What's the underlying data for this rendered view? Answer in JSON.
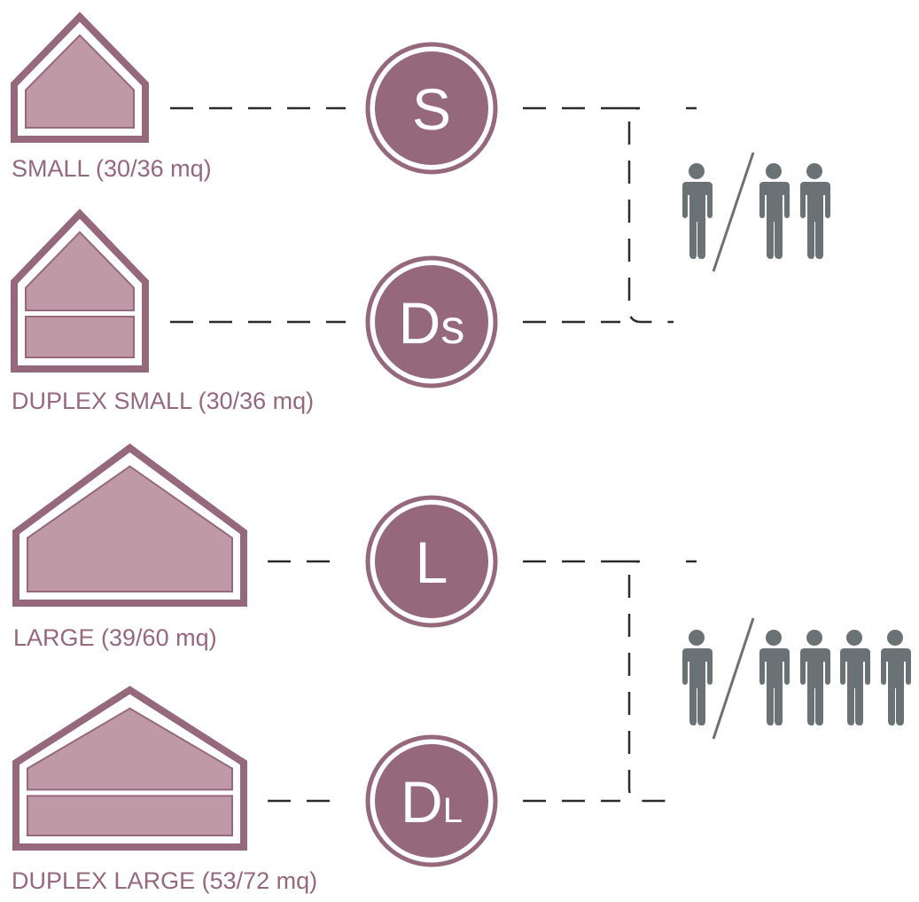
{
  "colors": {
    "house_outline": "#95687c",
    "house_fill": "#bf9aa6",
    "badge_fill": "#95687c",
    "badge_text": "#ffffff",
    "person": "#6b7276",
    "connector": "#2b2b2b"
  },
  "units": [
    {
      "code": "S",
      "code_main": "S",
      "code_sub": "",
      "label": "SMALL (30/36 mq)",
      "size": "small",
      "duplex": false
    },
    {
      "code": "Ds",
      "code_main": "D",
      "code_sub": "s",
      "label": "DUPLEX SMALL (30/36 mq)",
      "size": "small",
      "duplex": true
    },
    {
      "code": "L",
      "code_main": "L",
      "code_sub": "",
      "label": "LARGE (39/60 mq)",
      "size": "large",
      "duplex": false
    },
    {
      "code": "DL",
      "code_main": "D",
      "code_sub": "L",
      "label": "DUPLEX LARGE (53/72 mq)",
      "size": "large",
      "duplex": true
    }
  ],
  "occupancy_groups": [
    {
      "units": [
        "S",
        "Ds"
      ],
      "min_people": 1,
      "max_people": 2,
      "icon": "person-icon"
    },
    {
      "units": [
        "L",
        "DL"
      ],
      "min_people": 1,
      "max_people": 4,
      "icon": "person-icon"
    }
  ]
}
